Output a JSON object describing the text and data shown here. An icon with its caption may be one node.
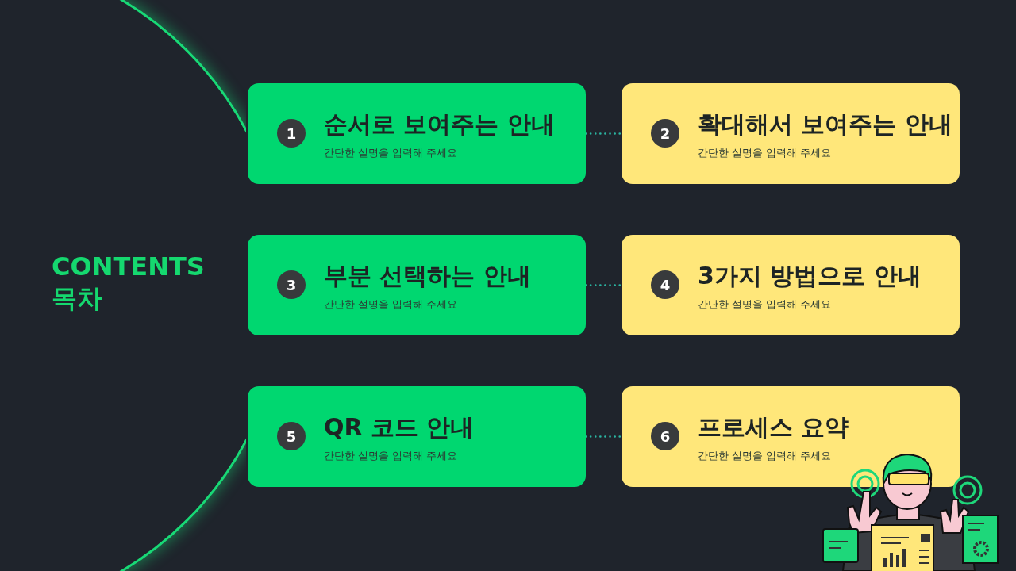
{
  "diagram": {
    "nodes": [
      {
        "text": [
          "CONTENTS 목차"
        ]
      },
      {
        "text": [
          "순서로 보여주는 안내",
          "간단한 설명을 입력해 주세요"
        ]
      },
      {
        "text": [
          "1"
        ],
        "in": 1
      },
      {
        "text": [
          "확대해서 보여주는 안내",
          "간단한 설명을 입력해 주세요"
        ]
      },
      {
        "text": [
          "2"
        ],
        "in": 3
      },
      {
        "text": [
          "부분 선택하는 안내",
          "간단한 설명을 입력해 주세요"
        ]
      },
      {
        "text": [
          "3"
        ],
        "in": 5
      },
      {
        "text": [
          "3가지 방법으로 안내",
          "간단한 설명을 입력해 주세요"
        ]
      },
      {
        "text": [
          "4"
        ],
        "in": 7
      },
      {
        "text": [
          "QR 코드 안내",
          "간단한 설명을 입력해 주세요"
        ]
      },
      {
        "text": [
          "5"
        ],
        "in": 9
      },
      {
        "text": [
          "프로세스 요약",
          "간단한 설명을 입력해 주세요"
        ]
      },
      {
        "text": [
          "6"
        ],
        "in": 11
      }
    ],
    "edges": [
      {
        "from": 1,
        "to": 3,
        "arrow": "none",
        "style": "dashed"
      },
      {
        "from": 5,
        "to": 7,
        "arrow": "none",
        "style": "dashed"
      },
      {
        "from": 9,
        "to": 11,
        "arrow": "none",
        "style": "dashed"
      }
    ]
  }
}
